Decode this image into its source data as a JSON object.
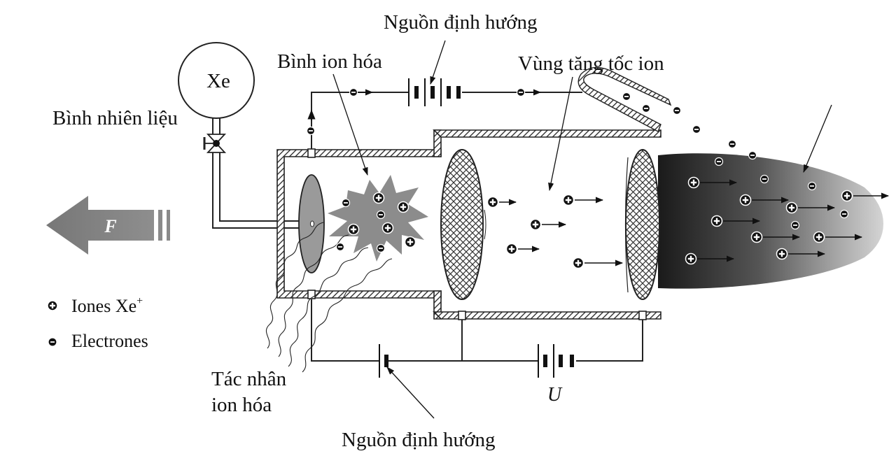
{
  "labels": {
    "fuel_tank_gas": "Xe",
    "fuel_tank": "Bình nhiên liệu",
    "ionization_chamber": "Bình ion hóa",
    "top_source": "Nguồn định hướng",
    "acceleration_zone": "Vùng tăng tốc ion",
    "force": "F",
    "ionizing_agent_line1": "Tác nhân",
    "ionizing_agent_line2": "ion hóa",
    "bottom_source": "Nguồn định hướng",
    "voltage": "U"
  },
  "legend": {
    "ions_text": "Iones Xe",
    "ions_sup": "+",
    "electrons_text": "Electrones"
  },
  "colors": {
    "force_arrow": "#7d7d7d",
    "plasma_dark": "#1a1a1a",
    "plasma_light": "#cfcfcf",
    "cathode_disk": "#9a9a9a",
    "spark": "#8c8c8c"
  }
}
